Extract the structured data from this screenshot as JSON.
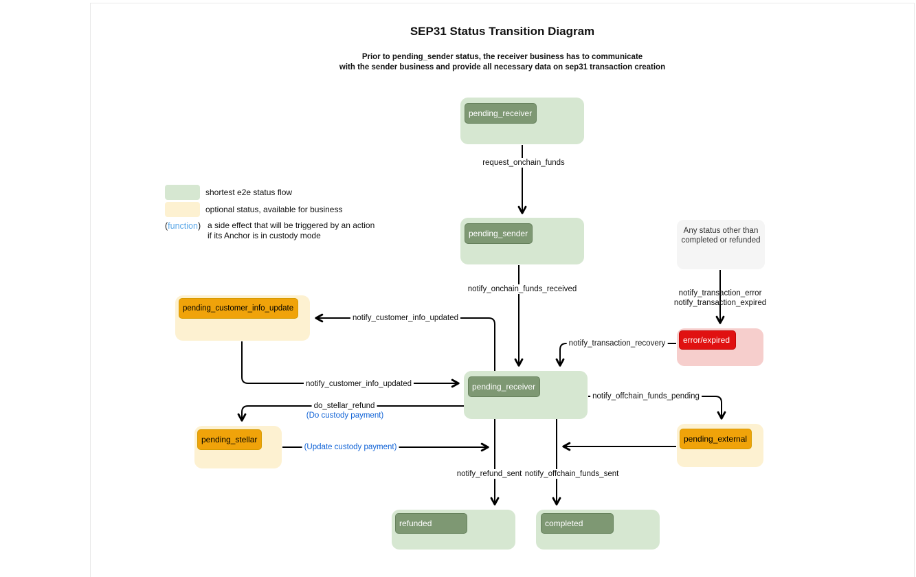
{
  "diagram": {
    "title": "SEP31 Status Transition Diagram",
    "subtitle_line1": "Prior to pending_sender status, the receiver business has to communicate",
    "subtitle_line2": "with the sender business and provide all necessary data on sep31 transaction creation"
  },
  "legend": {
    "green_label": "shortest e2e status flow",
    "yellow_label": "optional status, available for business",
    "function_open": "(",
    "function_word": "function",
    "function_close": ")",
    "function_desc_line1": "a side effect that will be triggered by an action",
    "function_desc_line2": "if its Anchor is in custody mode"
  },
  "colors": {
    "green_fill": "#d6e7d1",
    "green_label_bg": "#7e9873",
    "yellow_fill": "#fdf1d1",
    "orange_label_bg": "#f0a30a",
    "pink_fill": "#f6cecc",
    "red_label_bg": "#e01111",
    "gray_fill": "#f5f5f5",
    "function_blue": "#5aa7e8",
    "action_blue": "#0f62d6"
  },
  "nodes": {
    "pending_receiver_top": {
      "label": "pending_receiver"
    },
    "pending_sender": {
      "label": "pending_sender"
    },
    "pending_receiver_mid": {
      "label": "pending_receiver"
    },
    "pending_customer_info_update": {
      "label": "pending_customer_info_update"
    },
    "pending_stellar": {
      "label": "pending_stellar"
    },
    "pending_external": {
      "label": "pending_external"
    },
    "error_expired": {
      "label": "error/expired"
    },
    "any_status": {
      "line1": "Any status other than",
      "line2": "completed or refunded"
    },
    "refunded": {
      "label": "refunded"
    },
    "completed": {
      "label": "completed"
    }
  },
  "edges": {
    "request_onchain_funds": "request_onchain_funds",
    "notify_onchain_funds_received": "notify_onchain_funds_received",
    "notify_customer_info_updated_top": "notify_customer_info_updated",
    "notify_customer_info_updated_bottom": "notify_customer_info_updated",
    "do_stellar_refund": "do_stellar_refund",
    "do_custody_payment": "(Do custody payment)",
    "update_custody_payment": "(Update custody payment)",
    "notify_refund_sent": "notify_refund_sent",
    "notify_offchain_funds_sent": "notify_offchain_funds_sent",
    "notify_offchain_funds_pending": "notify_offchain_funds_pending",
    "notify_transaction_recovery": "notify_transaction_recovery",
    "notify_transaction_error": "notify_transaction_error",
    "notify_transaction_expired": "notify_transaction_expired"
  }
}
